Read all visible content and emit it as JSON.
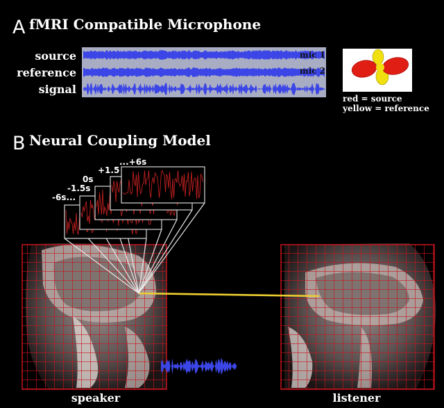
{
  "panel_a": {
    "letter": "A",
    "title": "fMRI Compatible Microphone",
    "track_labels": [
      "source",
      "reference",
      "signal"
    ],
    "mic_labels": [
      "mic 1",
      "mic 2"
    ],
    "legend": {
      "red_line": "red = source",
      "yellow_line": "yellow = reference"
    }
  },
  "panel_b": {
    "letter": "B",
    "title": "Neural Coupling Model",
    "lag_labels": [
      "-6s...",
      "-1.5s",
      "0s",
      "+1.5",
      "...+6s"
    ],
    "speaker_label": "speaker",
    "listener_label": "listener"
  },
  "colors": {
    "background": "#000000",
    "waveform": "#3c46e6",
    "grid": "#c8141e",
    "coupling_line": "#f0d030",
    "lag_trace": "#c02020",
    "polar_red": "#e01e14",
    "polar_yellow": "#f0e010"
  }
}
